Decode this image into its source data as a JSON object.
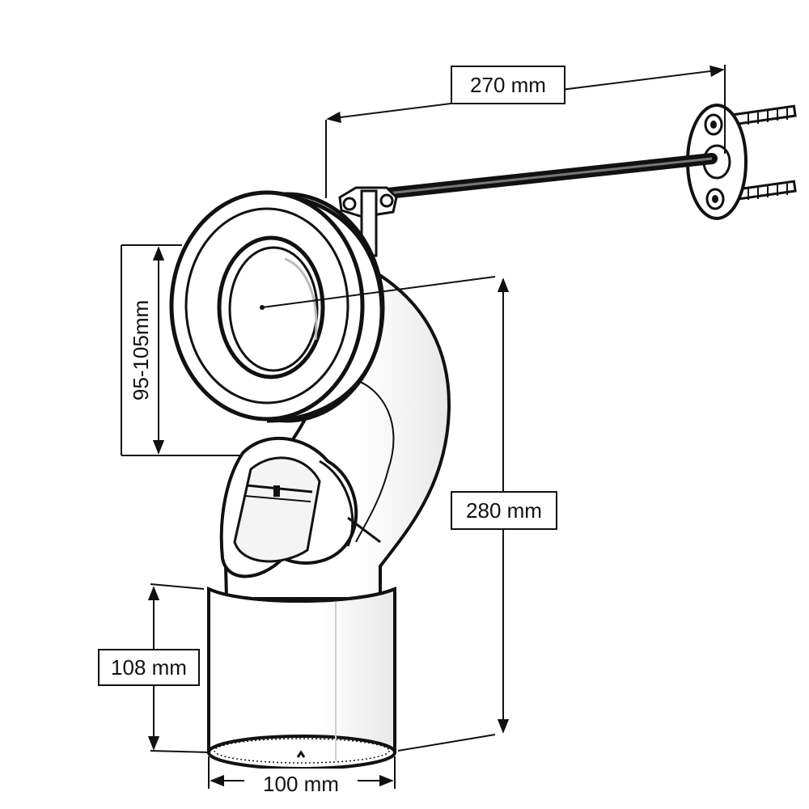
{
  "colors": {
    "ink": "#111111",
    "paper": "#ffffff",
    "shade": "#e6e6e6"
  },
  "dimensions": {
    "rod_length": "270 mm",
    "inlet_diameter": "95-105mm",
    "height": "280 mm",
    "outlet_length": "108 mm",
    "outlet_diameter": "100 mm"
  }
}
